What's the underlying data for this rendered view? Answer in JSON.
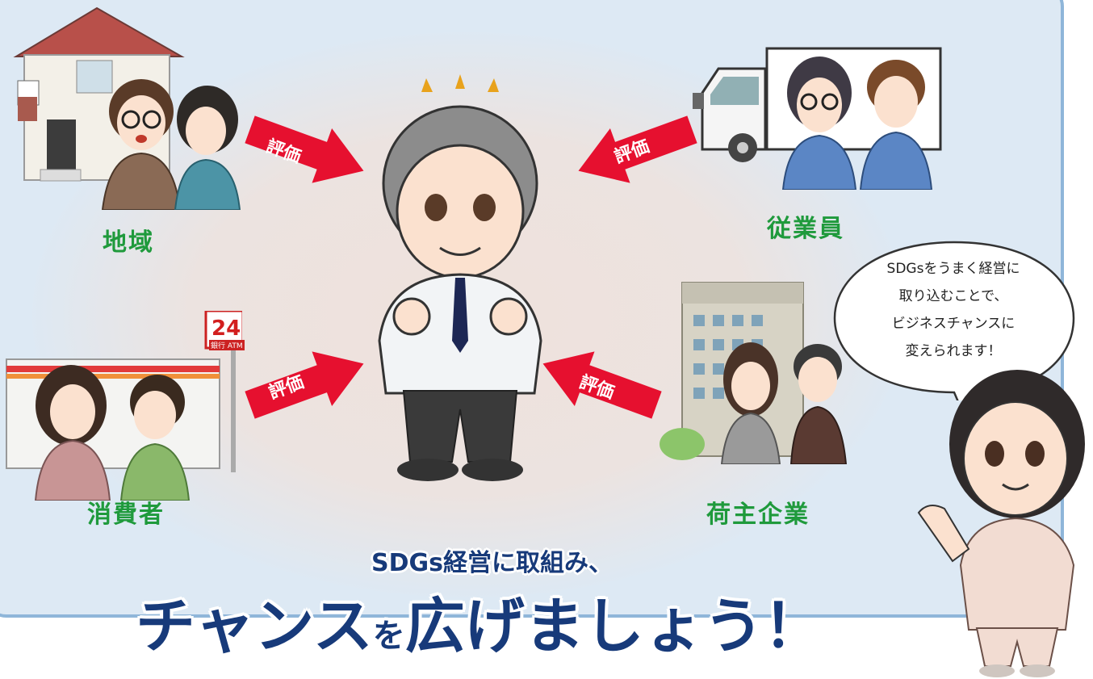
{
  "groups": {
    "community": "地域",
    "employees": "従業員",
    "consumers": "消費者",
    "shippers": "荷主企業"
  },
  "arrow_label": "評価",
  "store_sign": {
    "number": "24",
    "text": "銀行 ATM"
  },
  "bubble_lines": [
    "SDGsをうまく経営に",
    "取り込むことで、",
    "ビジネスチャンスに",
    "変えられます！"
  ],
  "headline": {
    "sub": "SDGs経営に取組み、",
    "main_part1": "チャンス",
    "main_particle": "を",
    "main_part2": "広げましょう！"
  },
  "colors": {
    "arrow": "#e6102f",
    "label_green": "#1f9a3c",
    "headline_navy": "#173a7a",
    "panel_border": "#8fb6d9"
  }
}
